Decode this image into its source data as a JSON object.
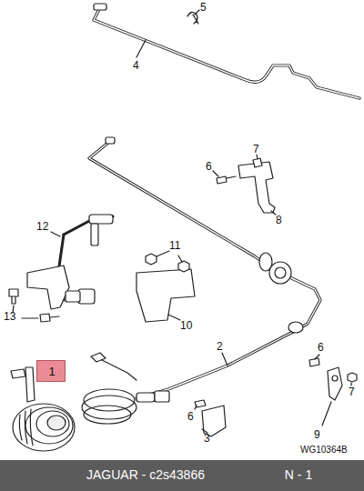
{
  "diagram": {
    "nodes": [
      {
        "text": [
          "1"
        ]
      },
      {
        "text": [
          "JAGUAR - c2s43866",
          "N - 1"
        ]
      }
    ],
    "labels": [
      "5",
      "4",
      "7",
      "6",
      "8",
      "12",
      "11",
      "10",
      "13",
      "2",
      "6",
      "7",
      "9",
      "6",
      "3",
      "WG10364B"
    ]
  }
}
